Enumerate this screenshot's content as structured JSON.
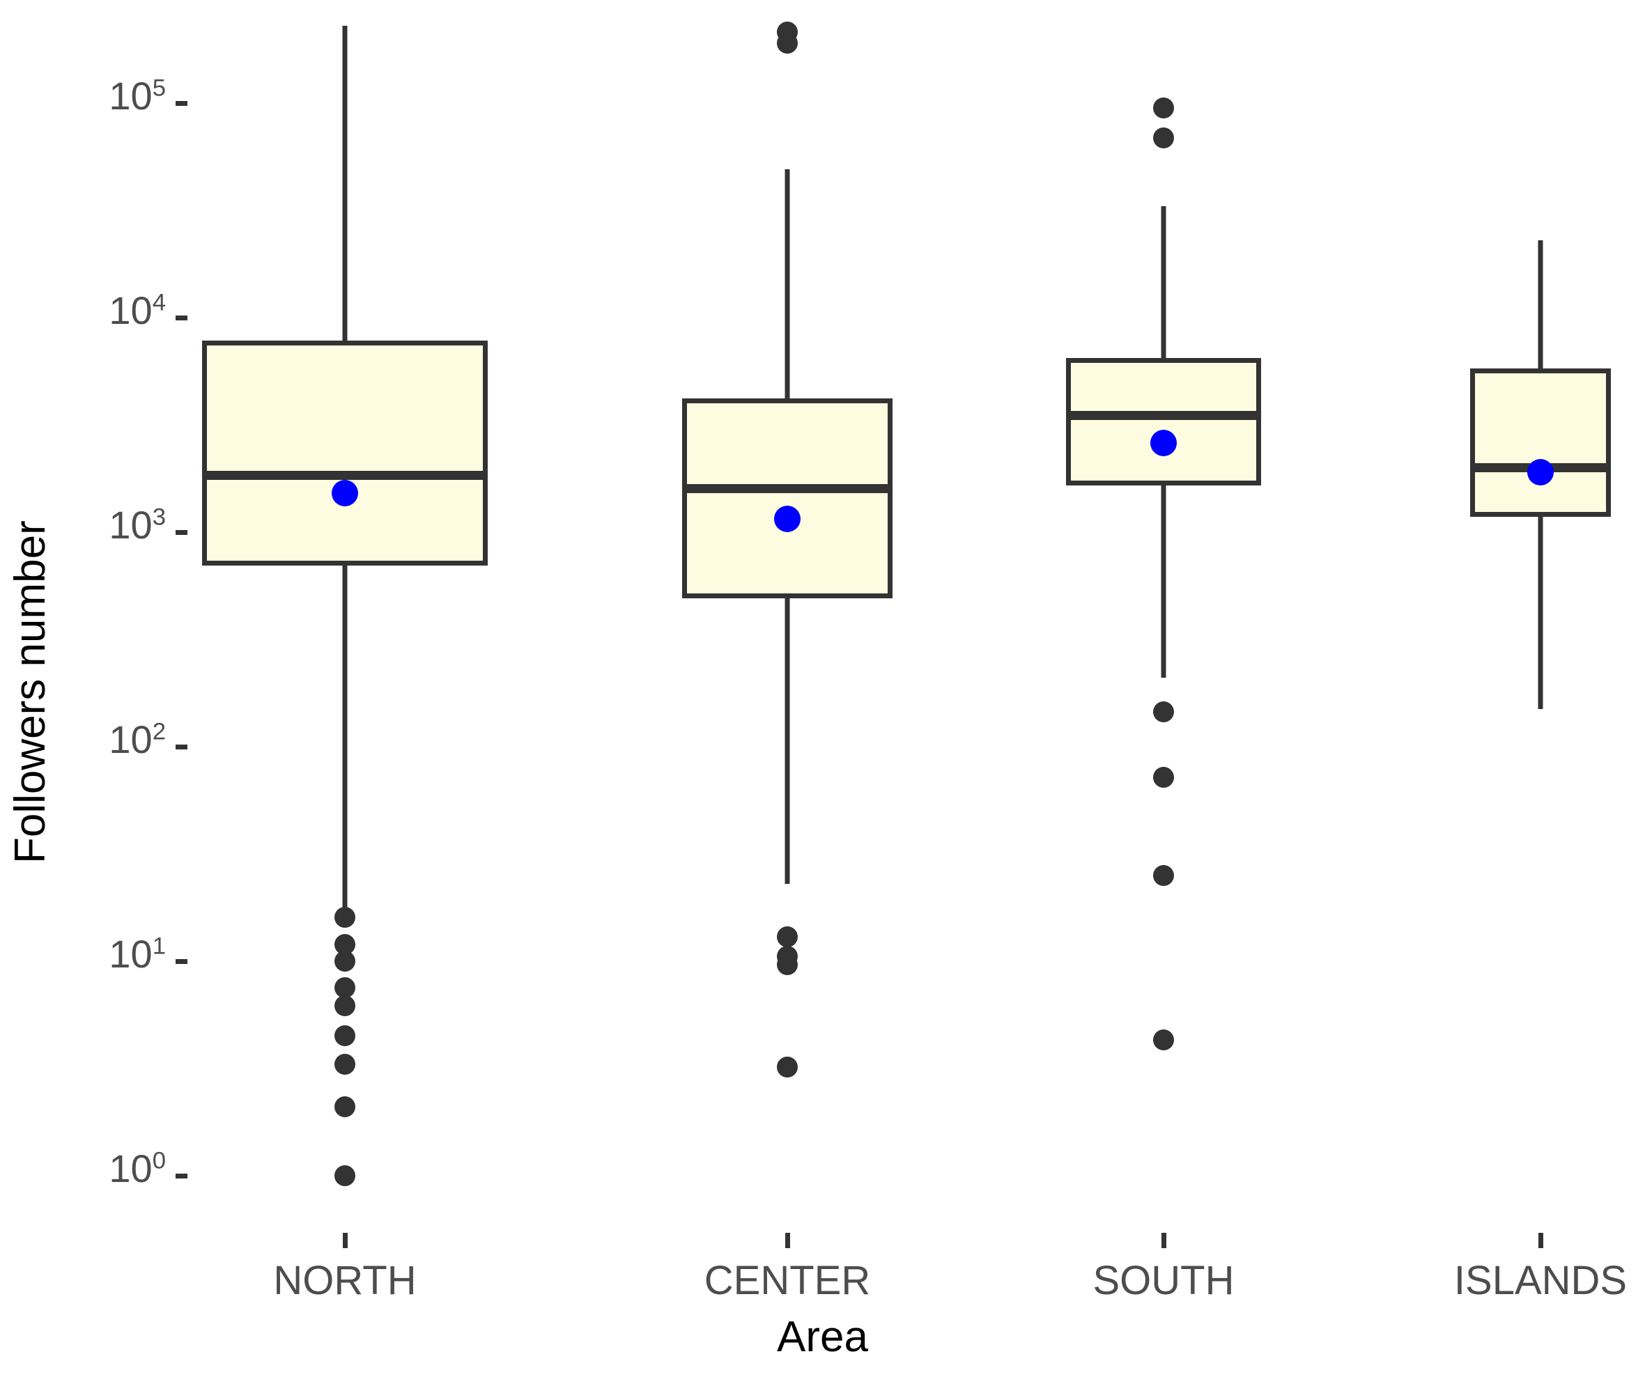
{
  "chart_data": {
    "type": "boxplot",
    "title": "",
    "xlabel": "Area",
    "ylabel": "Followers number",
    "yscale": "log10",
    "ylim": [
      0.55,
      320000
    ],
    "grid": false,
    "legend": "none",
    "categories": [
      "NORTH",
      "CENTER",
      "SOUTH",
      "ISLANDS"
    ],
    "y_tick_labels": [
      "10^5",
      "10^4",
      "10^3",
      "10^2",
      "10^1",
      "10^0"
    ],
    "y_tick_values": [
      100000,
      10000,
      1000,
      100,
      10,
      1
    ],
    "colors": {
      "box_fill": "#fdfce0",
      "box_line": "#333333",
      "mean_point": "#0000ff",
      "outlier": "#333333",
      "tick_label": "#4d4d4d",
      "axis_title": "#000000",
      "background": "#ffffff"
    },
    "boxes": [
      {
        "category": "NORTH",
        "whisker_low": 16.0,
        "q1": 700.0,
        "median": 1850.0,
        "q3": 7800.0,
        "whisker_high": 230000.0,
        "mean": 1520.0,
        "outliers": [
          16.0,
          12.0,
          10.0,
          7.5,
          6.2,
          4.5,
          3.3,
          2.1,
          1.0
        ]
      },
      {
        "category": "CENTER",
        "whisker_low": 23.0,
        "q1": 490.0,
        "median": 1600.0,
        "q3": 4200.0,
        "whisker_high": 49000.0,
        "mean": 1150.0,
        "outliers": [
          13.0,
          10.5,
          9.6,
          3.2,
          215000.0,
          190000.0
        ]
      },
      {
        "category": "SOUTH",
        "whisker_low": 210.0,
        "q1": 1650.0,
        "median": 3500.0,
        "q3": 6500.0,
        "whisker_high": 33000.0,
        "mean": 2600.0,
        "outliers": [
          95000.0,
          69000.0,
          145.0,
          72.0,
          25.0,
          4.3
        ]
      },
      {
        "category": "ISLANDS",
        "whisker_low": 150.0,
        "q1": 1180.0,
        "median": 2000.0,
        "q3": 5800.0,
        "whisker_high": 23000.0,
        "mean": 1900.0,
        "outliers": []
      }
    ]
  }
}
